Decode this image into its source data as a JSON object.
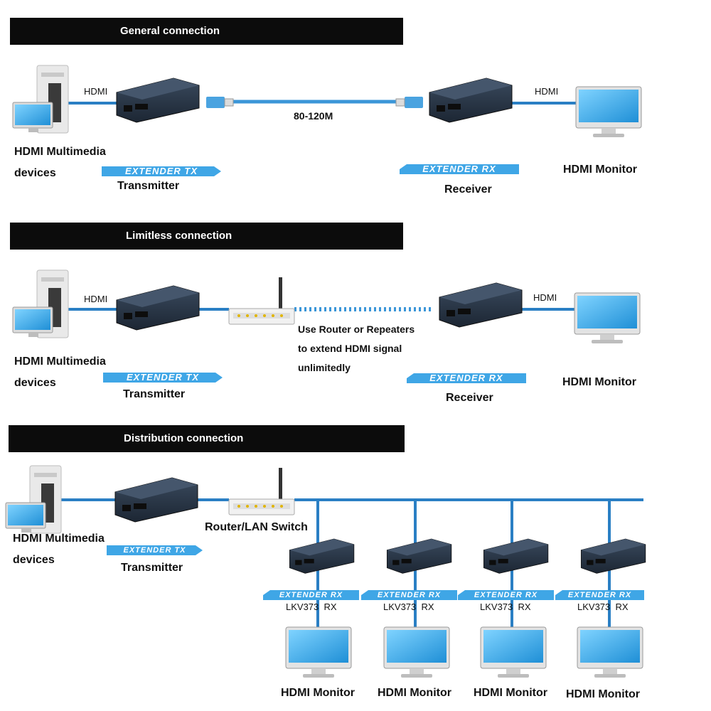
{
  "sections": [
    {
      "title": "General connection"
    },
    {
      "title": "Limitless connection"
    },
    {
      "title": "Distribution connection"
    }
  ],
  "labels": {
    "hdmi": "HDMI",
    "distance": "80-120M",
    "source_line1": "HDMI Multimedia",
    "source_line2": "devices",
    "transmitter": "Transmitter",
    "receiver": "Receiver",
    "monitor": "HDMI Monitor",
    "tx_tag": "EXTENDER TX",
    "rx_tag": "EXTENDER RX",
    "router_note": [
      "Use Router or Repeaters",
      "to extend HDMI signal",
      "unlimitedly"
    ],
    "router_switch": "Router/LAN Switch",
    "rx_model": "LKV373",
    "rx_suffix": "RX"
  },
  "colors": {
    "cable": "#2a7fc4",
    "tag": "#3fa6e6",
    "device_body": "#2b3a4d",
    "screen": "#29a9ec",
    "banner": "#0c0c0c"
  }
}
